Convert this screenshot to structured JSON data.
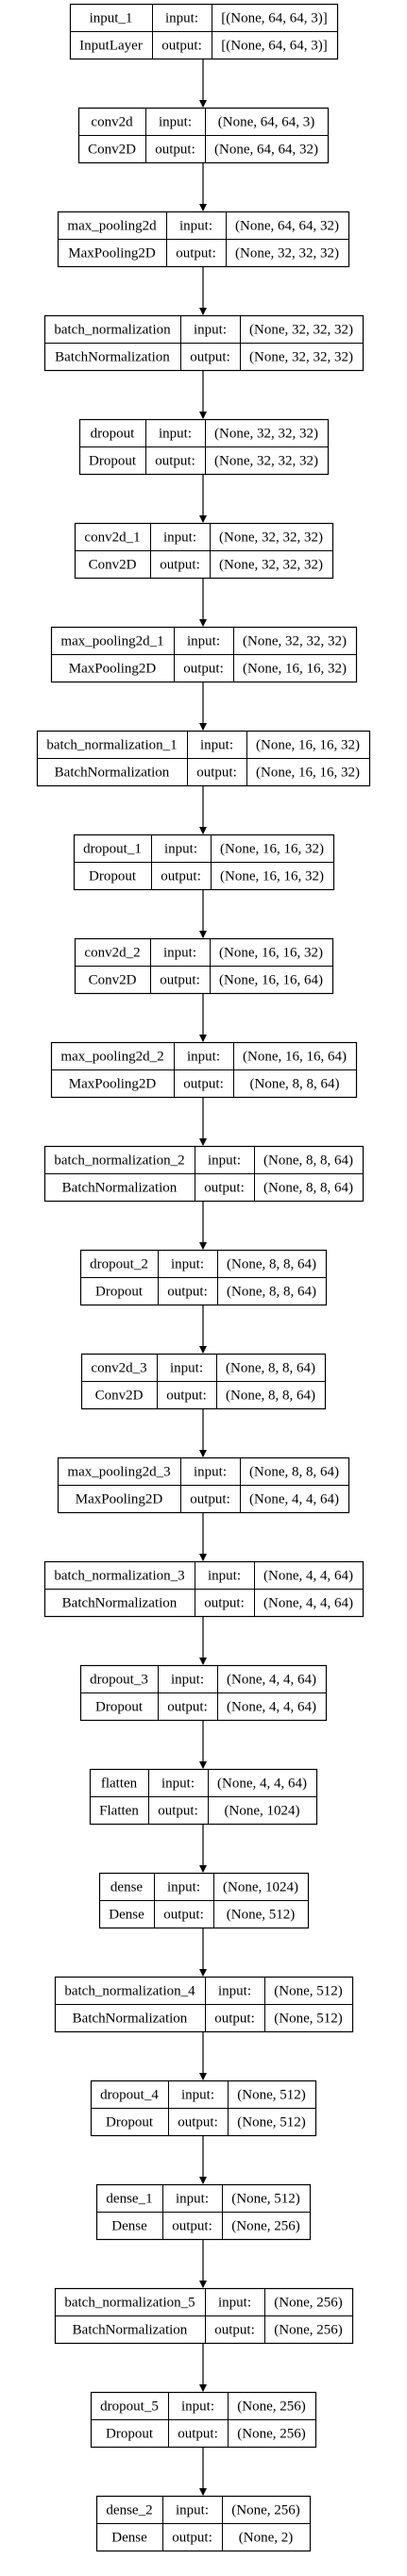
{
  "layers": [
    {
      "name": "input_1",
      "type": "InputLayer",
      "input_label": "input:",
      "input": "[(None, 64, 64, 3)]",
      "output_label": "output:",
      "output": "[(None, 64, 64, 3)]"
    },
    {
      "name": "conv2d",
      "type": "Conv2D",
      "input_label": "input:",
      "input": "(None, 64, 64, 3)",
      "output_label": "output:",
      "output": "(None, 64, 64, 32)"
    },
    {
      "name": "max_pooling2d",
      "type": "MaxPooling2D",
      "input_label": "input:",
      "input": "(None, 64, 64, 32)",
      "output_label": "output:",
      "output": "(None, 32, 32, 32)"
    },
    {
      "name": "batch_normalization",
      "type": "BatchNormalization",
      "input_label": "input:",
      "input": "(None, 32, 32, 32)",
      "output_label": "output:",
      "output": "(None, 32, 32, 32)"
    },
    {
      "name": "dropout",
      "type": "Dropout",
      "input_label": "input:",
      "input": "(None, 32, 32, 32)",
      "output_label": "output:",
      "output": "(None, 32, 32, 32)"
    },
    {
      "name": "conv2d_1",
      "type": "Conv2D",
      "input_label": "input:",
      "input": "(None, 32, 32, 32)",
      "output_label": "output:",
      "output": "(None, 32, 32, 32)"
    },
    {
      "name": "max_pooling2d_1",
      "type": "MaxPooling2D",
      "input_label": "input:",
      "input": "(None, 32, 32, 32)",
      "output_label": "output:",
      "output": "(None, 16, 16, 32)"
    },
    {
      "name": "batch_normalization_1",
      "type": "BatchNormalization",
      "input_label": "input:",
      "input": "(None, 16, 16, 32)",
      "output_label": "output:",
      "output": "(None, 16, 16, 32)"
    },
    {
      "name": "dropout_1",
      "type": "Dropout",
      "input_label": "input:",
      "input": "(None, 16, 16, 32)",
      "output_label": "output:",
      "output": "(None, 16, 16, 32)"
    },
    {
      "name": "conv2d_2",
      "type": "Conv2D",
      "input_label": "input:",
      "input": "(None, 16, 16, 32)",
      "output_label": "output:",
      "output": "(None, 16, 16, 64)"
    },
    {
      "name": "max_pooling2d_2",
      "type": "MaxPooling2D",
      "input_label": "input:",
      "input": "(None, 16, 16, 64)",
      "output_label": "output:",
      "output": "(None, 8, 8, 64)"
    },
    {
      "name": "batch_normalization_2",
      "type": "BatchNormalization",
      "input_label": "input:",
      "input": "(None, 8, 8, 64)",
      "output_label": "output:",
      "output": "(None, 8, 8, 64)"
    },
    {
      "name": "dropout_2",
      "type": "Dropout",
      "input_label": "input:",
      "input": "(None, 8, 8, 64)",
      "output_label": "output:",
      "output": "(None, 8, 8, 64)"
    },
    {
      "name": "conv2d_3",
      "type": "Conv2D",
      "input_label": "input:",
      "input": "(None, 8, 8, 64)",
      "output_label": "output:",
      "output": "(None, 8, 8, 64)"
    },
    {
      "name": "max_pooling2d_3",
      "type": "MaxPooling2D",
      "input_label": "input:",
      "input": "(None, 8, 8, 64)",
      "output_label": "output:",
      "output": "(None, 4, 4, 64)"
    },
    {
      "name": "batch_normalization_3",
      "type": "BatchNormalization",
      "input_label": "input:",
      "input": "(None, 4, 4, 64)",
      "output_label": "output:",
      "output": "(None, 4, 4, 64)"
    },
    {
      "name": "dropout_3",
      "type": "Dropout",
      "input_label": "input:",
      "input": "(None, 4, 4, 64)",
      "output_label": "output:",
      "output": "(None, 4, 4, 64)"
    },
    {
      "name": "flatten",
      "type": "Flatten",
      "input_label": "input:",
      "input": "(None, 4, 4, 64)",
      "output_label": "output:",
      "output": "(None, 1024)"
    },
    {
      "name": "dense",
      "type": "Dense",
      "input_label": "input:",
      "input": "(None, 1024)",
      "output_label": "output:",
      "output": "(None, 512)"
    },
    {
      "name": "batch_normalization_4",
      "type": "BatchNormalization",
      "input_label": "input:",
      "input": "(None, 512)",
      "output_label": "output:",
      "output": "(None, 512)"
    },
    {
      "name": "dropout_4",
      "type": "Dropout",
      "input_label": "input:",
      "input": "(None, 512)",
      "output_label": "output:",
      "output": "(None, 512)"
    },
    {
      "name": "dense_1",
      "type": "Dense",
      "input_label": "input:",
      "input": "(None, 512)",
      "output_label": "output:",
      "output": "(None, 256)"
    },
    {
      "name": "batch_normalization_5",
      "type": "BatchNormalization",
      "input_label": "input:",
      "input": "(None, 256)",
      "output_label": "output:",
      "output": "(None, 256)"
    },
    {
      "name": "dropout_5",
      "type": "Dropout",
      "input_label": "input:",
      "input": "(None, 256)",
      "output_label": "output:",
      "output": "(None, 256)"
    },
    {
      "name": "dense_2",
      "type": "Dense",
      "input_label": "input:",
      "input": "(None, 256)",
      "output_label": "output:",
      "output": "(None, 2)"
    }
  ],
  "colors": {
    "stroke": "#000000",
    "text": "#000000",
    "background": "#ffffff"
  }
}
